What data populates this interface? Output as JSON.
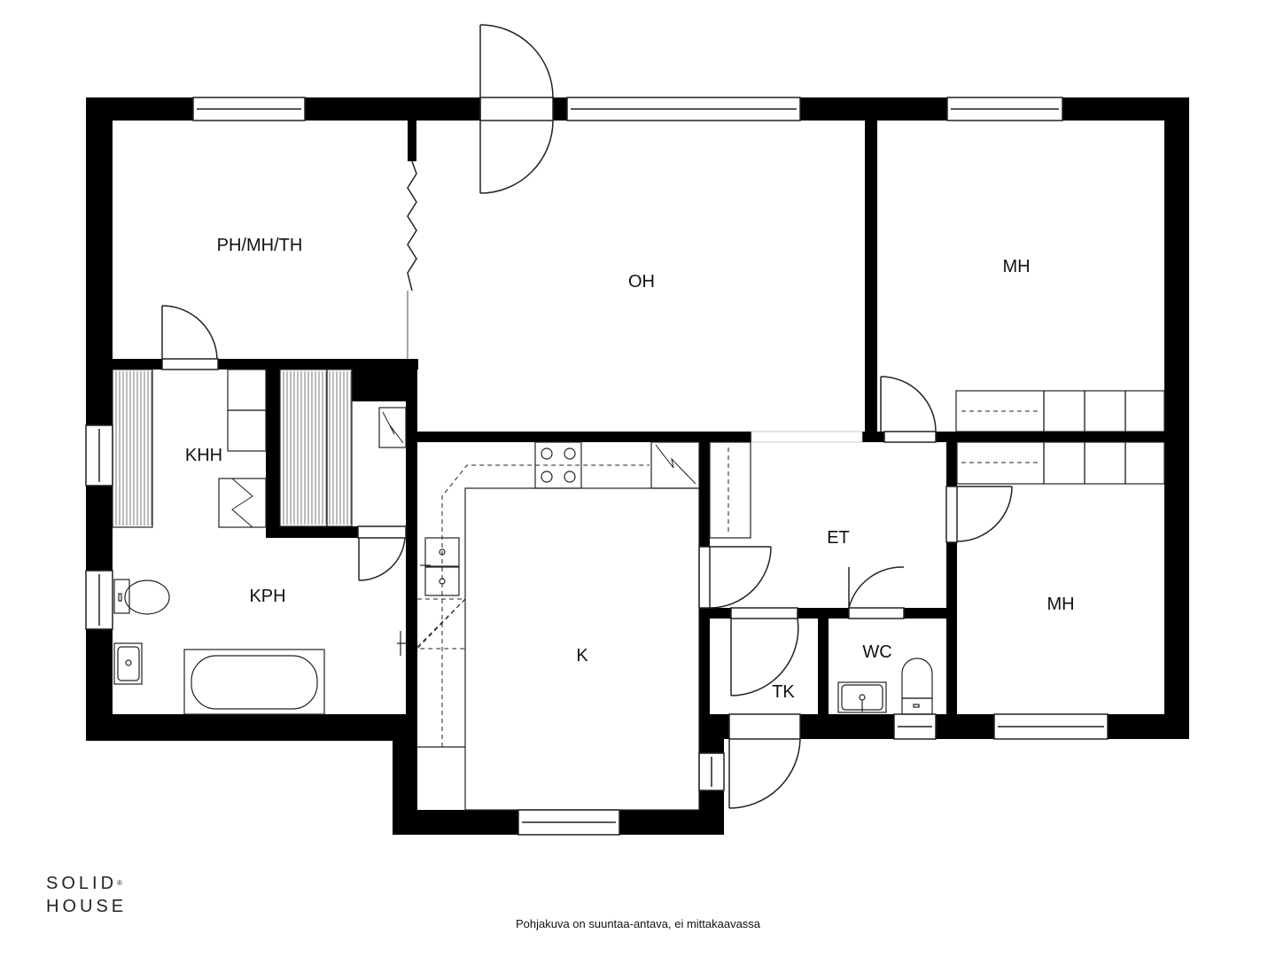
{
  "rooms": {
    "ph_mh_th": "PH/MH/TH",
    "oh": "OH",
    "mh_top": "MH",
    "khh": "KHH",
    "kph": "KPH",
    "k": "K",
    "et": "ET",
    "mh_bottom": "MH",
    "wc": "WC",
    "tk": "TK"
  },
  "logo": {
    "line1": "SOLID",
    "line2": "HOUSE",
    "mark": "®"
  },
  "disclaimer": "Pohjakuva on suuntaa-antava, ei mittakaavassa",
  "colors": {
    "wall": "#000000",
    "line": "#222222",
    "background": "#ffffff"
  }
}
